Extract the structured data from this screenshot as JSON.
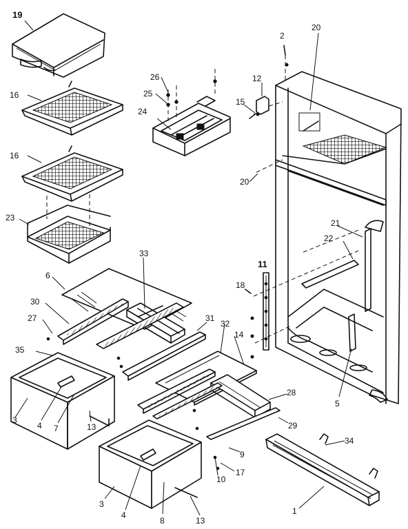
{
  "callouts": {
    "c1": "1",
    "c2": "2",
    "c3a": "3",
    "c3b": "3",
    "c4a": "4",
    "c4b": "4",
    "c5": "5",
    "c6": "6",
    "c7": "7",
    "c8": "8",
    "c9": "9",
    "c10": "10",
    "c11": "11",
    "c12": "12",
    "c13a": "13",
    "c13b": "13",
    "c14": "14",
    "c15": "15",
    "c16a": "16",
    "c16b": "16",
    "c17": "17",
    "c18": "18",
    "c19": "19",
    "c20a": "20",
    "c20b": "20",
    "c21": "21",
    "c22": "22",
    "c23": "23",
    "c24": "24",
    "c25": "25",
    "c26": "26",
    "c27": "27",
    "c28": "28",
    "c29": "29",
    "c30": "30",
    "c31": "31",
    "c32": "32",
    "c33": "33",
    "c34": "34",
    "c35": "35"
  }
}
